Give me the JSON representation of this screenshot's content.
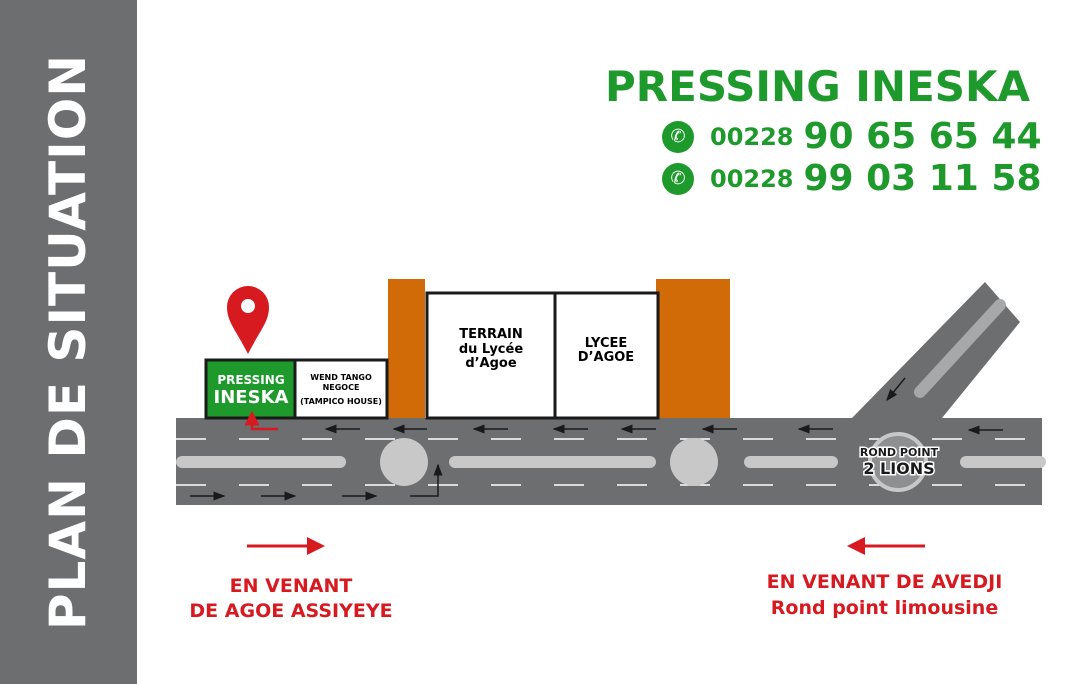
{
  "sidebar": {
    "title": "PLAN DE SITUATION"
  },
  "header": {
    "brand": "PRESSING INESKA",
    "phones": [
      {
        "icon": "phone-icon",
        "prefix": "00228",
        "number": "90 65 65 44"
      },
      {
        "icon": "whatsapp-icon",
        "prefix": "00228",
        "number": "99 03 11 58"
      }
    ]
  },
  "map": {
    "pressing": {
      "line1": "PRESSING",
      "line2": "INESKA"
    },
    "neighbor": {
      "line1": "WEND TANGO",
      "line2": "NEGOCE",
      "line3": "(TAMPICO HOUSE)"
    },
    "terrain": {
      "line1": "TERRAIN",
      "line2": "du Lycée",
      "line3": "d’Agoe"
    },
    "lycee": {
      "line1": "LYCEE",
      "line2": "D’AGOE"
    },
    "roundabout": {
      "line1": "ROND POINT",
      "line2": "2 LIONS"
    }
  },
  "directions": {
    "left": {
      "line1": "EN VENANT",
      "line2": "DE AGOE ASSIYEYE"
    },
    "right": {
      "line1": "EN VENANT DE AVEDJI",
      "line2": "Rond point limousine"
    }
  },
  "colors": {
    "green": "#1e9a2c",
    "red": "#d71920",
    "orange": "#d06b07",
    "road": "#6d6e70"
  }
}
